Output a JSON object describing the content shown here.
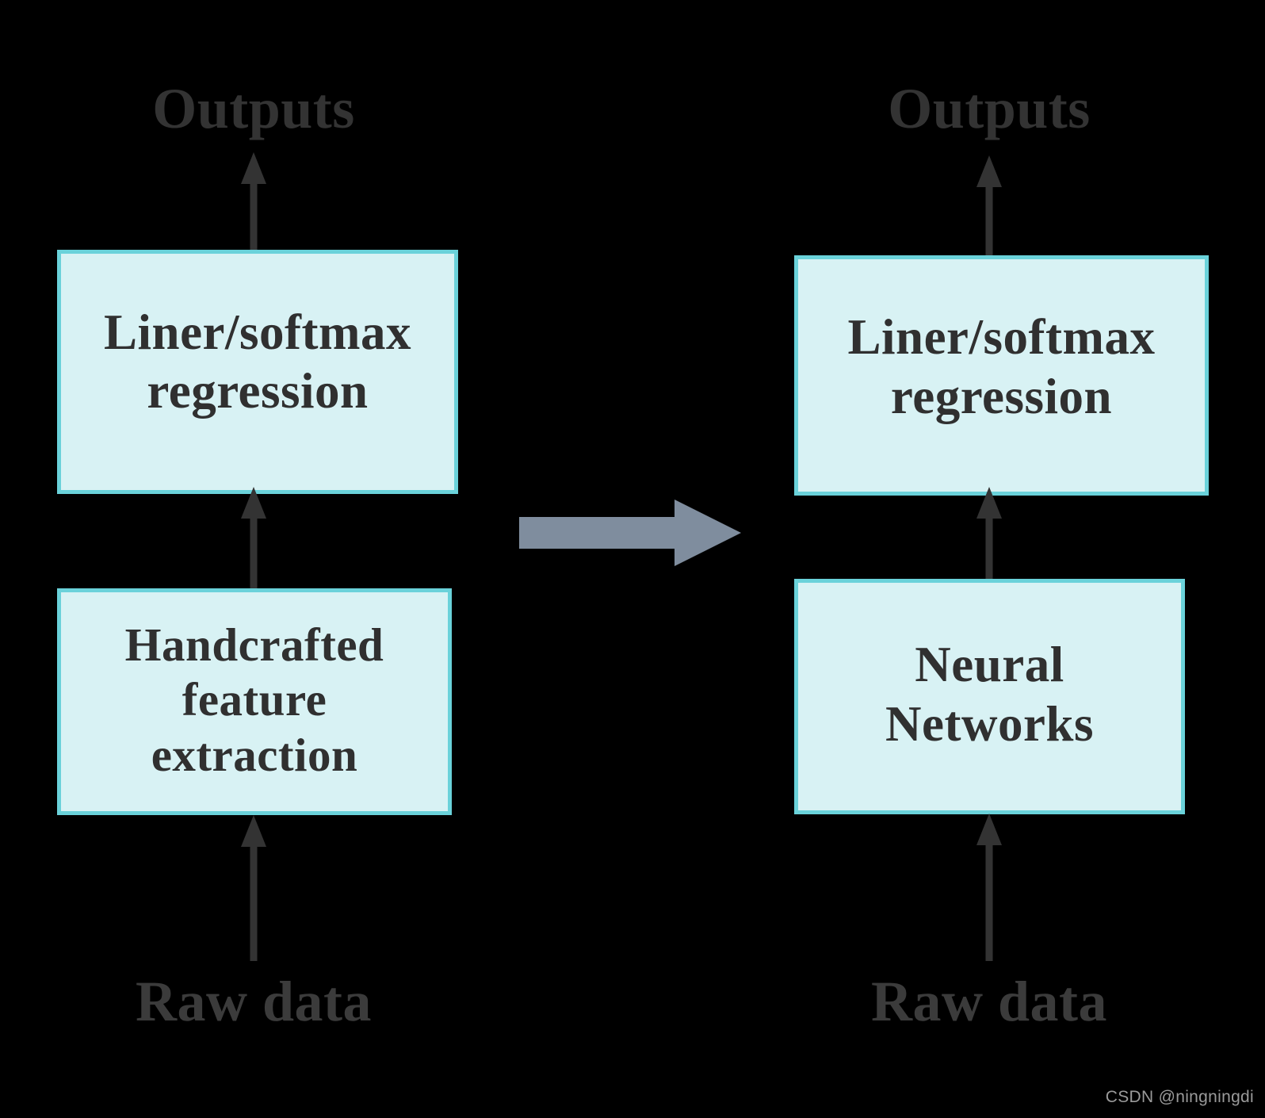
{
  "meta": {
    "background_color": "#000000",
    "box_fill_color": "#d8f2f4",
    "box_border_color": "#6ad2da",
    "arrow_color": "#333333",
    "block_arrow_color": "#7f8d9e",
    "text_color": "#303030",
    "caption_color": "#333333",
    "watermark_color": "#9a9a9a"
  },
  "left_pipeline": {
    "title_top": "Outputs",
    "classifier_box": "Liner/softmax\nregression",
    "feature_box": "Handcrafted\nfeature\nextraction",
    "title_bottom": "Raw data"
  },
  "right_pipeline": {
    "title_top": "Outputs",
    "classifier_box": "Liner/softmax\nregression",
    "network_box": "Neural\nNetworks",
    "title_bottom": "Raw data"
  },
  "transition": {
    "icon": "right-block-arrow",
    "label": ""
  },
  "watermark": {
    "text": "CSDN @ningningdi"
  }
}
